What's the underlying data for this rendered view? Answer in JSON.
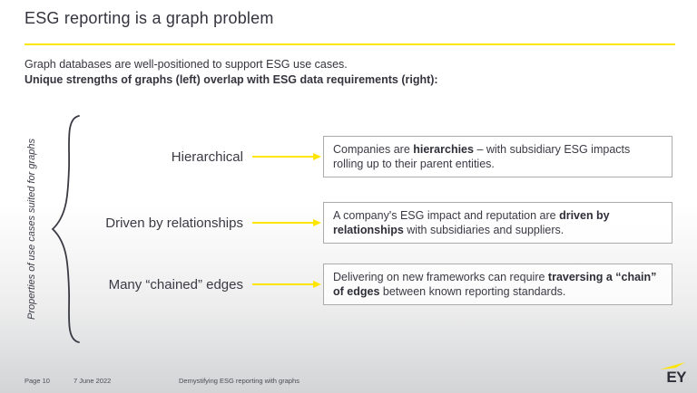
{
  "slide": {
    "title": "ESG reporting is a graph problem",
    "intro_line1": "Graph databases are well-positioned to support ESG use cases.",
    "intro_line2": "Unique strengths of graphs (left) overlap with ESG data requirements (right):",
    "brace_label": "Properties of use cases suited for graphs",
    "rows": [
      {
        "label": "Hierarchical",
        "desc_pre": "Companies are ",
        "desc_bold": "hierarchies",
        "desc_post": " – with subsidiary ESG impacts rolling up to their parent entities."
      },
      {
        "label": "Driven by relationships",
        "desc_pre": "A company's ESG impact and reputation are ",
        "desc_bold": "driven by relationships",
        "desc_post": " with subsidiaries and suppliers."
      },
      {
        "label": "Many “chained” edges",
        "desc_pre": "Delivering on new frameworks can require ",
        "desc_bold": "traversing a “chain” of edges",
        "desc_post": " between known reporting standards."
      }
    ],
    "footer": {
      "page": "Page 10",
      "date": "7 June 2022",
      "doc_title": "Demystifying ESG reporting with graphs"
    },
    "logo_text": "EY",
    "colors": {
      "accent_yellow": "#FFE600",
      "text_dark": "#3C3C46"
    }
  }
}
